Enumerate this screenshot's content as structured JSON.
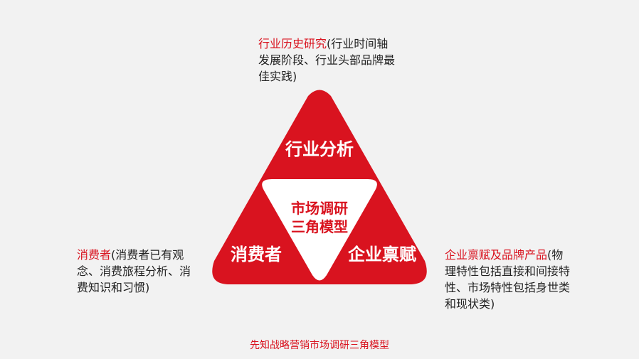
{
  "colors": {
    "accent": "#d9131f",
    "background": "#f2f2f2",
    "text": "#222222"
  },
  "triangle": {
    "top_label": "行业分析",
    "left_label": "消费者",
    "right_label": "企业禀赋",
    "center_line1": "市场调研",
    "center_line2": "三角模型"
  },
  "descriptions": {
    "top": {
      "highlight": "行业历史研究",
      "rest": "(行业时间轴发展阶段、行业头部品牌最佳实践)"
    },
    "left": {
      "highlight": "消费者",
      "rest": "(消费者已有观念、消费旅程分析、消费知识和习惯)"
    },
    "right": {
      "highlight": "企业禀赋及品牌产品",
      "rest": "(物理特性包括直接和间接特性、市场特性包括身世类和现状类)"
    }
  },
  "caption": "先知战略营销市场调研三角模型"
}
